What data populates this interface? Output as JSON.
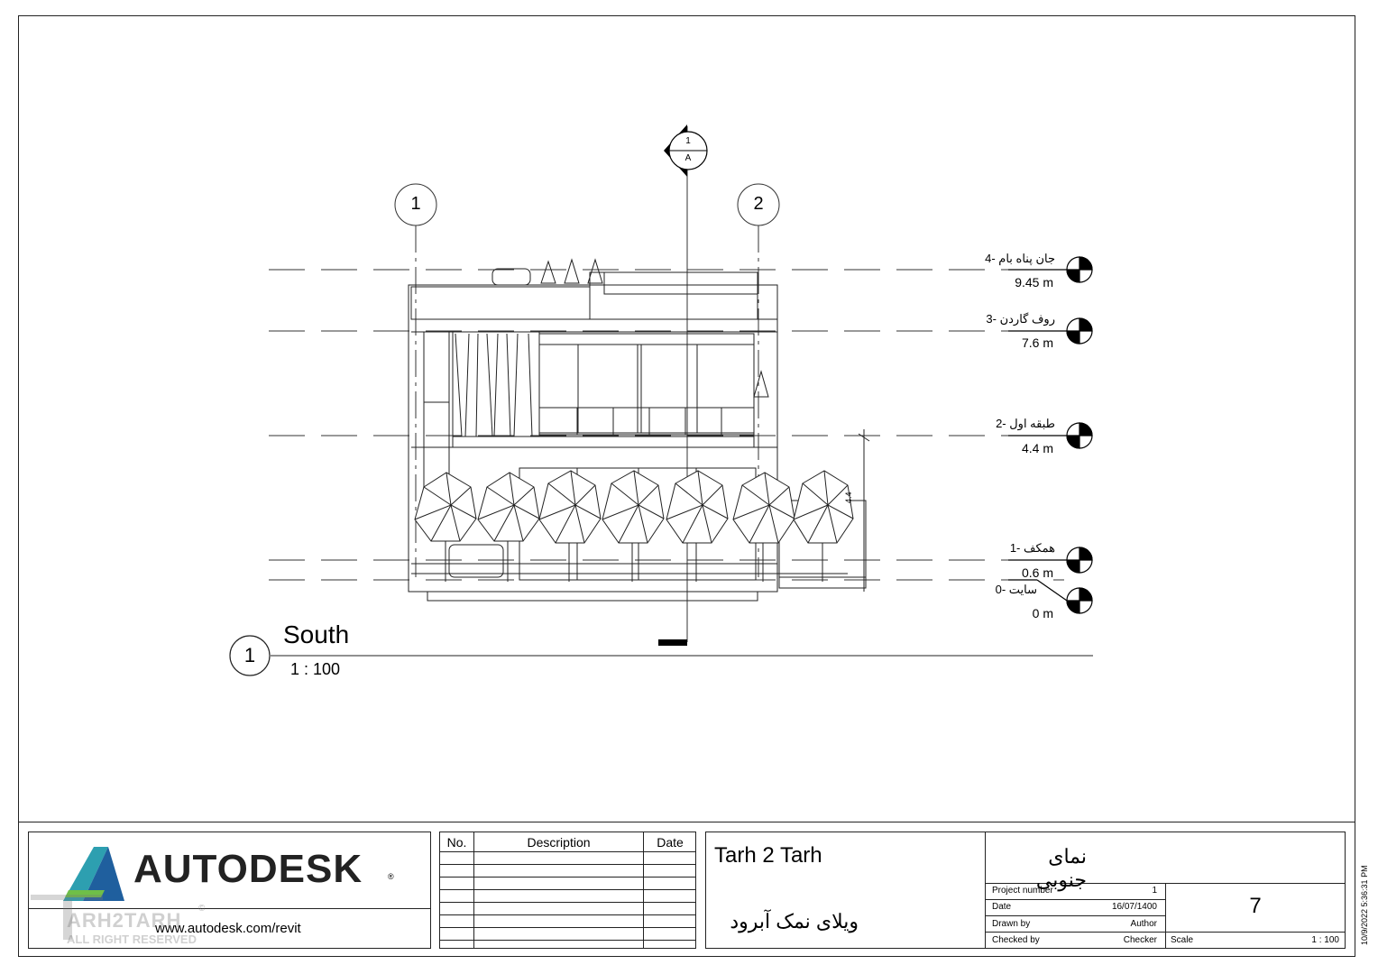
{
  "elevation": {
    "grid_1": "1",
    "grid_2": "2",
    "section_num": "1",
    "section_sheet": "A",
    "dimension": "4.4",
    "view_number": "1",
    "view_title": "South",
    "view_scale": "1 : 100"
  },
  "levels": [
    {
      "name": "جان پناه بام -4",
      "elevation": "9.45 m"
    },
    {
      "name": "روف گاردن -3",
      "elevation": "7.6 m"
    },
    {
      "name": "طبقه اول -2",
      "elevation": "4.4 m"
    },
    {
      "name": "همکف -1",
      "elevation": "0.6 m"
    },
    {
      "name": "سایت -0",
      "elevation": "0 m"
    }
  ],
  "title_block": {
    "logo_text": "AUTODESK",
    "logo_mark": "®",
    "url": "www.autodesk.com/revit",
    "revision_headers": {
      "no": "No.",
      "description": "Description",
      "date": "Date"
    },
    "project_name": "Tarh 2 Tarh",
    "project_name_fa": "ویلای نمک آبرود",
    "sheet_name": "نمای جنوبی",
    "fields": [
      {
        "label": "Project number",
        "value": "1"
      },
      {
        "label": "Date",
        "value": "16/07/1400"
      },
      {
        "label": "Drawn by",
        "value": "Author"
      },
      {
        "label": "Checked by",
        "value": "Checker"
      }
    ],
    "sheet_number": "7",
    "scale_label": "Scale",
    "scale_value": "1 : 100",
    "print_stamp": "10/9/2022 5:36:31 PM"
  },
  "watermark": {
    "line1": "ARH2TARH",
    "line2": "ALL RIGHT RESERVED",
    "mark": "©"
  }
}
